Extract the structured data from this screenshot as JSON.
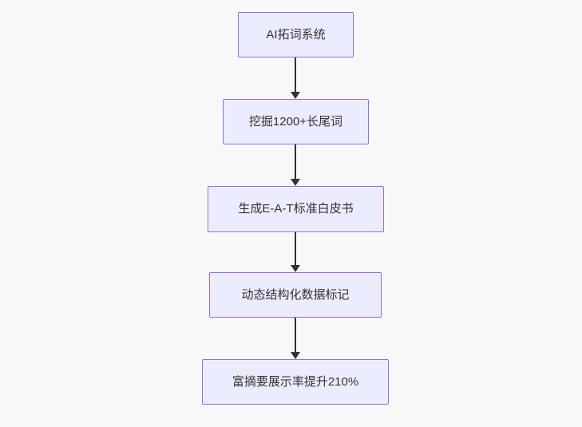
{
  "flowchart": {
    "direction": "top-down",
    "colors": {
      "node_fill": "#ECECFF",
      "node_border": "#9370DB",
      "text": "#333333",
      "arrow": "#333333",
      "page_background": "#f8f8f8"
    },
    "nodes": [
      {
        "id": "n1",
        "label": "AI拓词系统"
      },
      {
        "id": "n2",
        "label": "挖掘1200+长尾词"
      },
      {
        "id": "n3",
        "label": "生成E-A-T标准白皮书"
      },
      {
        "id": "n4",
        "label": "动态结构化数据标记"
      },
      {
        "id": "n5",
        "label": "富摘要展示率提升210%"
      }
    ],
    "edges": [
      {
        "from": "n1",
        "to": "n2",
        "arrow": "down"
      },
      {
        "from": "n2",
        "to": "n3",
        "arrow": "down"
      },
      {
        "from": "n3",
        "to": "n4",
        "arrow": "down"
      },
      {
        "from": "n4",
        "to": "n5",
        "arrow": "down"
      }
    ]
  }
}
